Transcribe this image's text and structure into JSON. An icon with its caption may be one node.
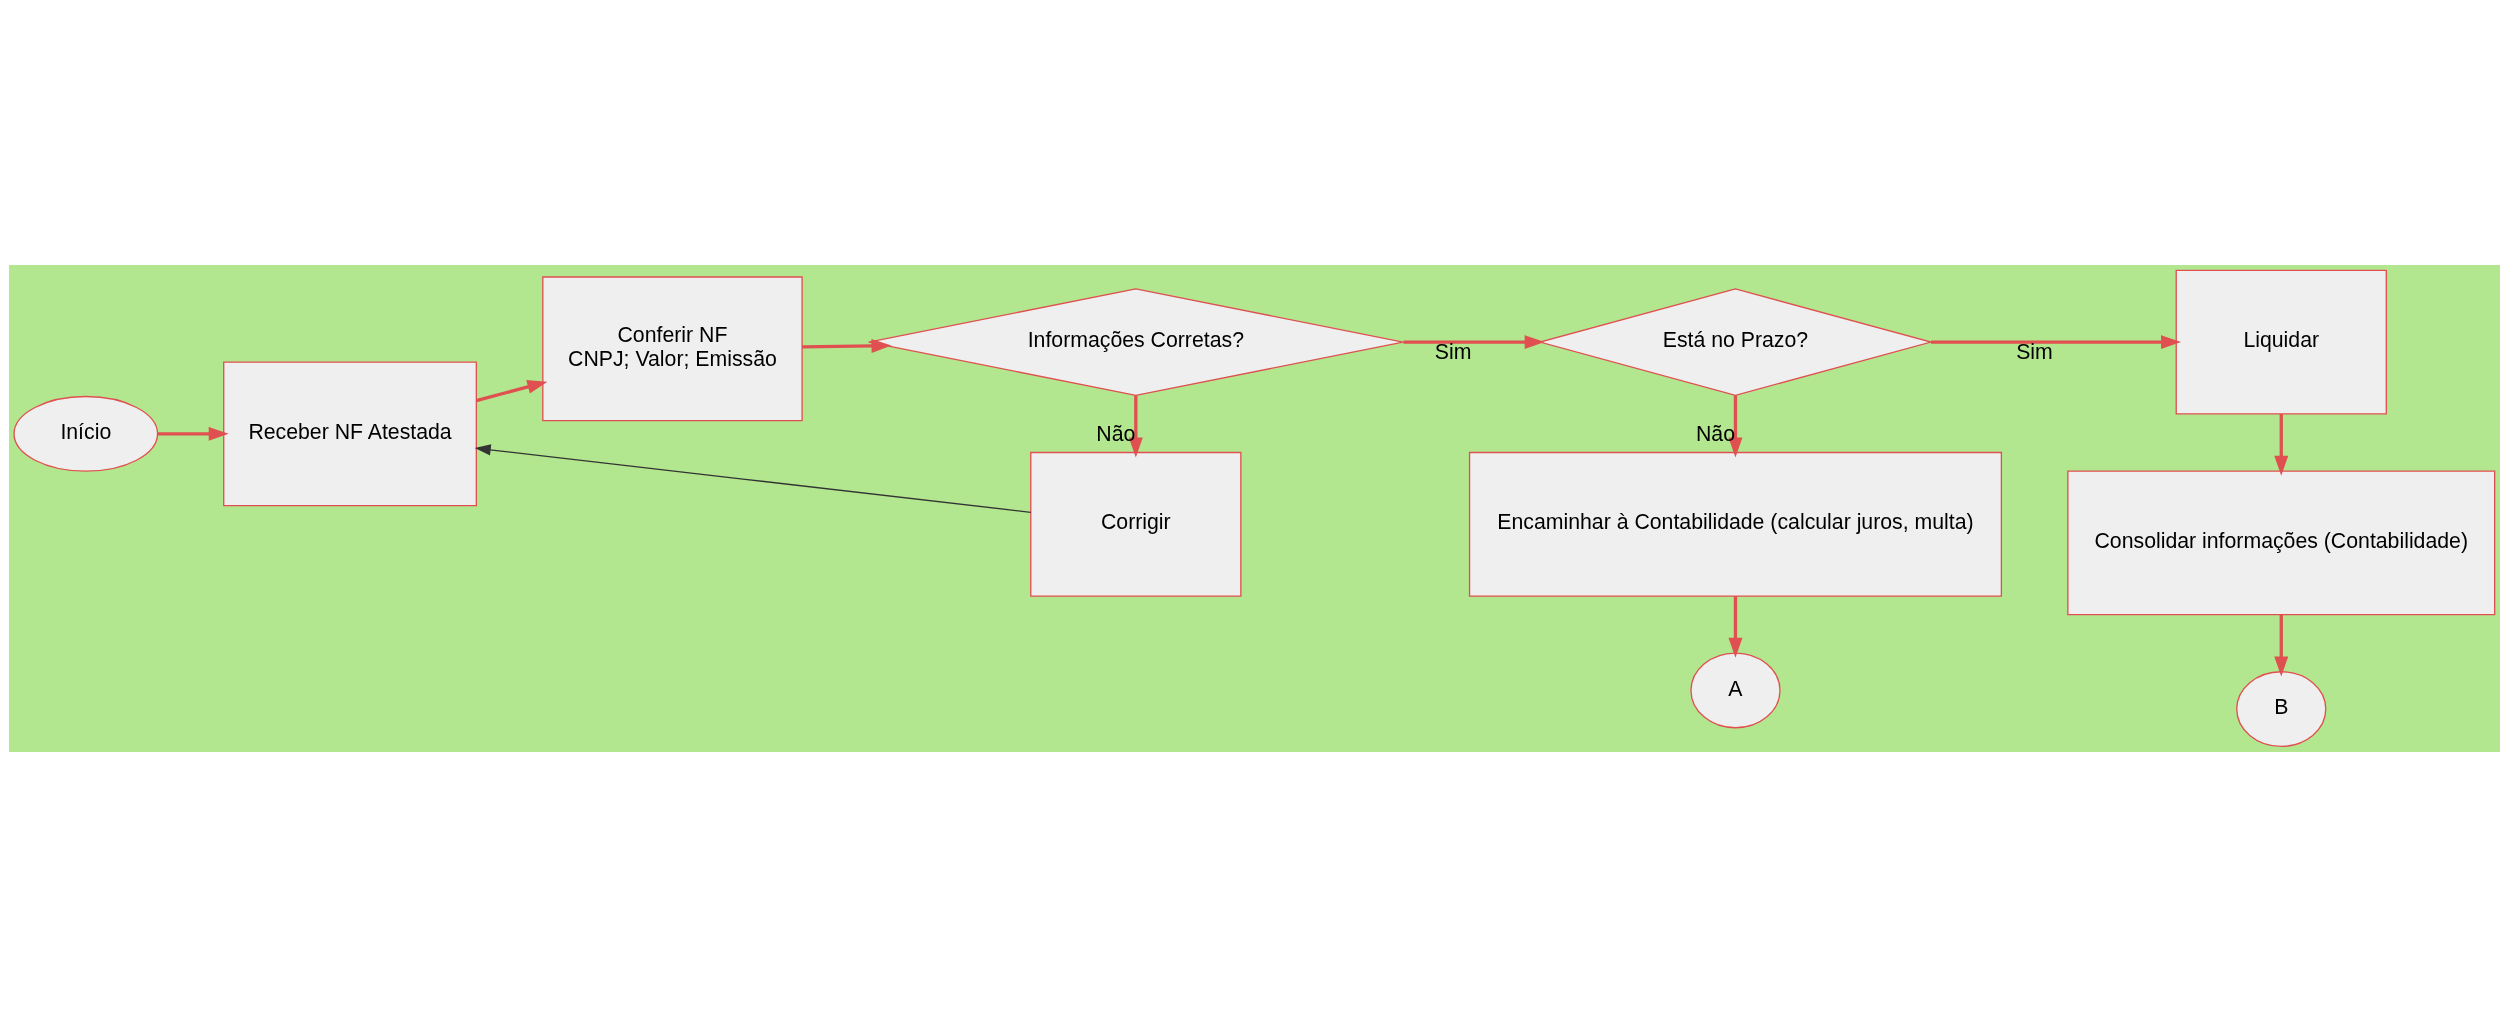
{
  "diagram": {
    "nodes": [
      {
        "text": [
          "Início"
        ]
      },
      {
        "text": [
          "Receber NF Atestada"
        ]
      },
      {
        "text": [
          "Conferir NF",
          "CNPJ; Valor; Emissão"
        ]
      },
      {
        "text": [
          "Informações Corretas?"
        ]
      },
      {
        "text": [
          "Está no Prazo?"
        ]
      },
      {
        "text": [
          "Liquidar"
        ]
      },
      {
        "text": [
          "Corrigir"
        ]
      },
      {
        "text": [
          "Encaminhar à Contabilidade (calcular juros, multa)"
        ]
      },
      {
        "text": [
          "Consolidar informações (Contabilidade)"
        ]
      },
      {
        "text": [
          "A"
        ]
      },
      {
        "text": [
          "B"
        ]
      }
    ],
    "edges": [
      {
        "from": 0,
        "to": 1,
        "arrow": "to"
      },
      {
        "from": 1,
        "to": 2,
        "arrow": "to"
      },
      {
        "from": 2,
        "to": 3,
        "arrow": "to"
      },
      {
        "from": 3,
        "to": 4,
        "arrow": "to",
        "label": "Sim"
      },
      {
        "from": 4,
        "to": 5,
        "arrow": "to",
        "label": "Sim"
      },
      {
        "from": 3,
        "to": 6,
        "arrow": "to",
        "label": "Não"
      },
      {
        "from": 4,
        "to": 7,
        "arrow": "to",
        "label": "Não"
      },
      {
        "from": 6,
        "to": 1,
        "arrow": "to",
        "color": "#333333"
      },
      {
        "from": 5,
        "to": 8,
        "arrow": "to"
      },
      {
        "from": 7,
        "to": 9,
        "arrow": "to"
      },
      {
        "from": 8,
        "to": 10,
        "arrow": "to"
      }
    ]
  }
}
